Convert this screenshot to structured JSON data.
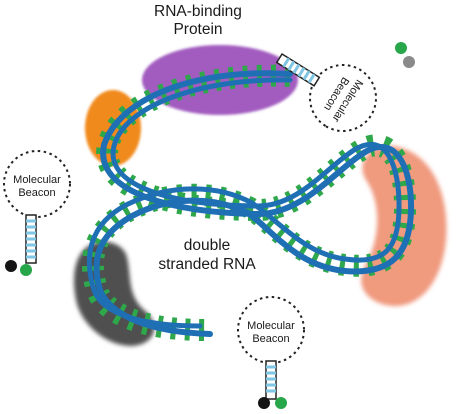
{
  "labels": {
    "protein_line1": "RNA-binding",
    "protein_line2": "Protein",
    "rna_line1": "double",
    "rna_line2": "stranded RNA"
  },
  "beacons": [
    {
      "line1": "Molecular",
      "line2": "Beacon"
    },
    {
      "line1": "Molecular",
      "line2": "Beacon"
    },
    {
      "line1": "Molecular",
      "line2": "Beacon"
    }
  ],
  "colors": {
    "protein_purple": "#a25bbf",
    "protein_orange": "#f08a1c",
    "protein_salmon": "#f09a7e",
    "protein_gray": "#505050",
    "strand_blue": "#1f6fb5",
    "strand_green": "#2ea84a",
    "beacon_stem": "#7fc6e4",
    "fluorophore_green": "#27a64a",
    "quencher_black": "#141414"
  }
}
